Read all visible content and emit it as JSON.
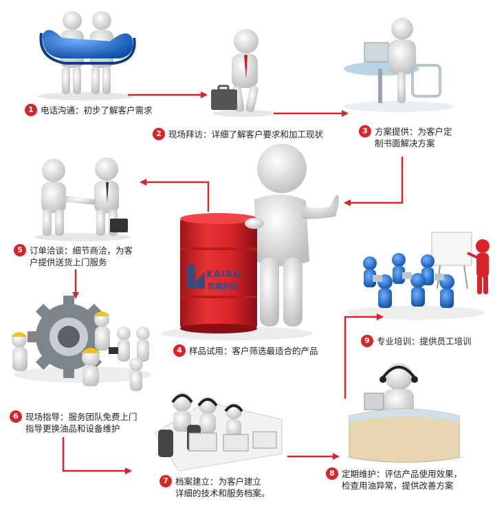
{
  "steps": [
    {
      "num": "1",
      "text": "电话沟通：初步了解客户需求"
    },
    {
      "num": "2",
      "text": "现场拜访：详细了解客户要求和加工现状"
    },
    {
      "num": "3",
      "text": "方案提供：为客户定\n制书面解决方案"
    },
    {
      "num": "4",
      "text": "样品试用：客户筛选最适合的产品"
    },
    {
      "num": "5",
      "text": "订单洽谈：细节商洽，为客\n户提供送货上门服务"
    },
    {
      "num": "6",
      "text": "现场指导：服务团队免费上门\n指导更换油品和设备维护"
    },
    {
      "num": "7",
      "text": "档案建立：为客户建立\n详细的技术和服务档案。"
    },
    {
      "num": "8",
      "text": "定期维护：评估产品使用效果，\n检查用油异常，提供改善方案"
    },
    {
      "num": "9",
      "text": "专业培训：提供员工培训"
    }
  ],
  "brand": {
    "latin": "KAIAO",
    "chinese": "凯奥科技"
  },
  "colors": {
    "accent": "#d9252a",
    "figure": "#e8e8e8",
    "barrel": "#e0282c",
    "blue": "#1f6fd1"
  }
}
